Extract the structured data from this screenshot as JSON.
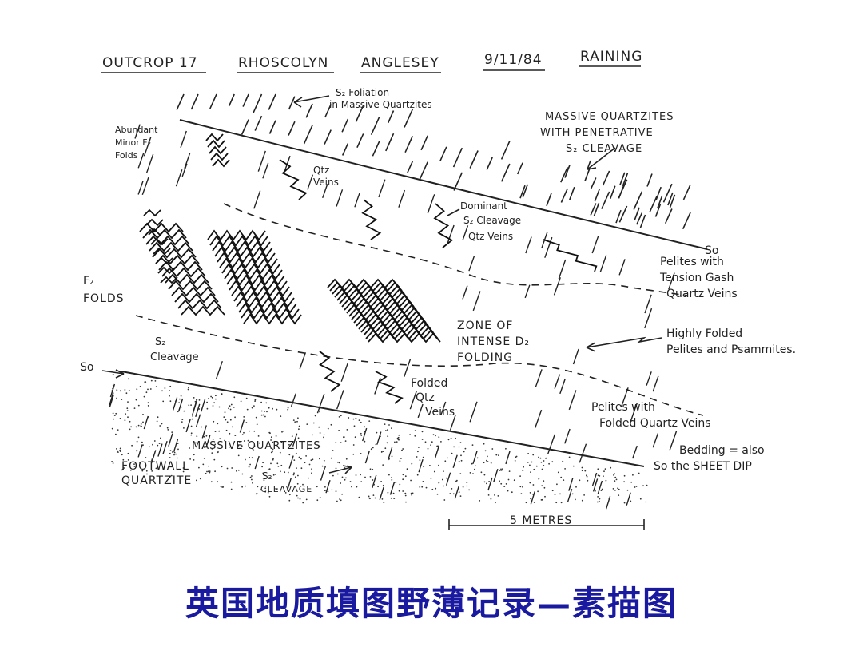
{
  "header": {
    "outcrop": "OUTCROP 17",
    "locality": "RHOSCOLYN",
    "region": "ANGLESEY",
    "date": "9/11/84",
    "weather": "RAINING"
  },
  "labels": {
    "s2_foliation_1": "S₂ Foliation",
    "s2_foliation_2": "in Massive Quartzites",
    "massive_penetrative_1": "MASSIVE QUARTZITES",
    "massive_penetrative_2": "WITH PENETRATIVE",
    "massive_penetrative_3": "S₂ CLEAVAGE",
    "minor_folds_1": "Abundant",
    "minor_folds_2": "Minor F₂",
    "minor_folds_3": "Folds",
    "qtz_veins_top_1": "Qtz",
    "qtz_veins_top_2": "Veins",
    "dominant_1": "Dominant",
    "dominant_2": "S₂ Cleavage",
    "qtz_veins_mid": "Qtz Veins",
    "so_right": "So",
    "pelites_tension_1": "Pelites with",
    "pelites_tension_2": "Tension Gash",
    "pelites_tension_3": "Quartz Veins",
    "f2_folds_1": "F₂",
    "f2_folds_2": "FOLDS",
    "zone_1": "ZONE OF",
    "zone_2": "INTENSE D₂",
    "zone_3": "FOLDING",
    "highly_folded_1": "Highly Folded",
    "highly_folded_2": "Pelites and Psammites.",
    "s2_cleavage_1": "S₂",
    "s2_cleavage_2": "Cleavage",
    "so_left": "So",
    "folded_qtz_1": "Folded",
    "folded_qtz_2": "Qtz",
    "folded_qtz_3": "Veins",
    "pelites_folded_1": "Pelites with",
    "pelites_folded_2": "Folded Quartz Veins",
    "massive_quartzites": "MASSIVE QUARTZITES",
    "bedding_1": "Bedding = also",
    "bedding_2": "So the SHEET DIP",
    "footwall_1": "FOOTWALL",
    "footwall_2": "QUARTZITE",
    "s2_cleavage_low_1": "S₂",
    "s2_cleavage_low_2": "CLEAVAGE",
    "scale": "5 METRES"
  },
  "caption": "英国地质填图野薄记录—素描图",
  "colors": {
    "ink": "#222222",
    "caption": "#1a1aa0",
    "background": "#ffffff"
  }
}
